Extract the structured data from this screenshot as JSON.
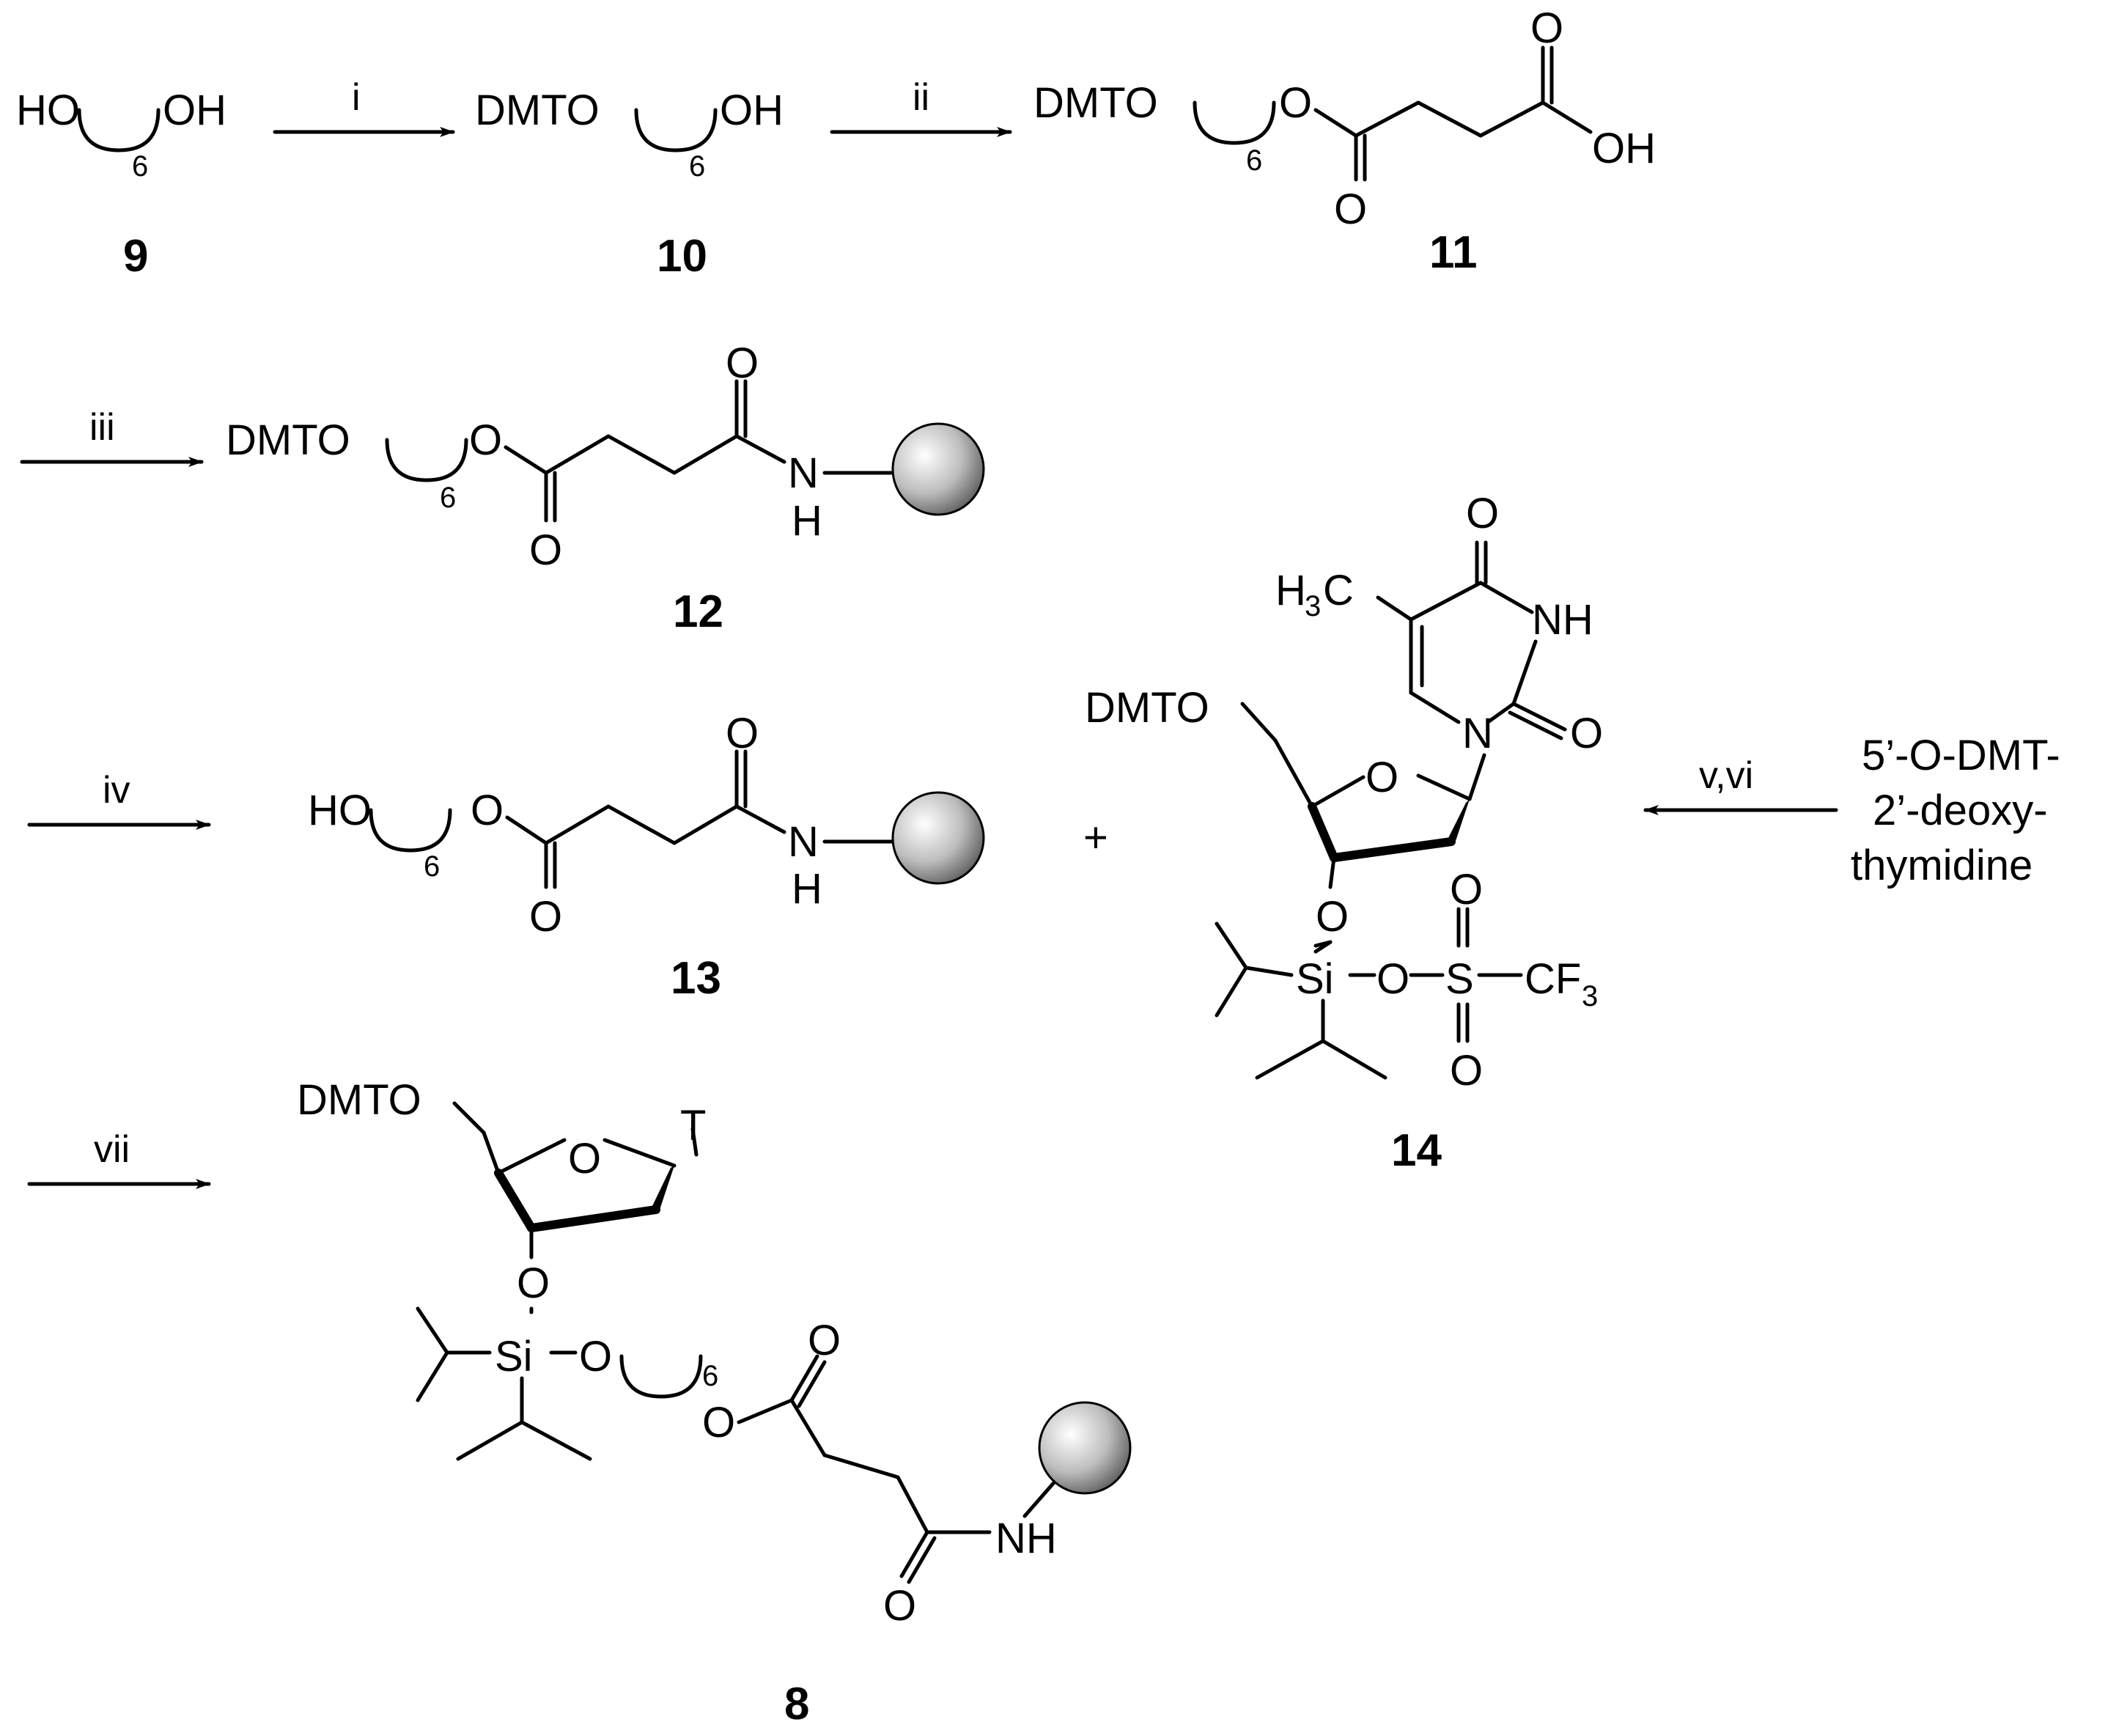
{
  "compounds": {
    "c9": "9",
    "c10": "10",
    "c11": "11",
    "c12": "12",
    "c13": "13",
    "c14": "14",
    "c8": "8"
  },
  "conditions": {
    "i": "i",
    "ii": "ii",
    "iii": "iii",
    "iv": "iv",
    "v_vi": "v,vi",
    "vii": "vii"
  },
  "atoms": {
    "HO": "HO",
    "OH": "OH",
    "DMTO": "DMTO",
    "O": "O",
    "N": "N",
    "NH": "NH",
    "H": "H",
    "Si": "Si",
    "S": "S",
    "CF": "CF",
    "CF_sub": "3",
    "H_methyl": "H",
    "C_methyl": "C",
    "methyl_sub": "3",
    "chain_n": "6",
    "T": "T",
    "plus": "+"
  },
  "starting_material": {
    "line1": "5’-O-DMT-",
    "line2": "2’-deoxy-",
    "line3": "thymidine"
  },
  "colors": {
    "bond": "#000000",
    "bead_light": "#ffffff",
    "bead_dark": "#555555"
  }
}
